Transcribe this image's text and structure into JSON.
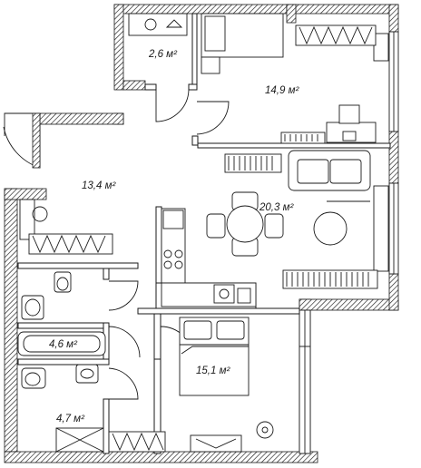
{
  "plan": {
    "rooms": [
      {
        "id": "wardrobe",
        "area": "2,6 м²"
      },
      {
        "id": "bedroom-1",
        "area": "14,9 м²"
      },
      {
        "id": "hall",
        "area": "13,4 м²"
      },
      {
        "id": "living-kitchen",
        "area": "20,3 м²"
      },
      {
        "id": "bathroom-1",
        "area": "4,6 м²"
      },
      {
        "id": "bedroom-2",
        "area": "15,1 м²"
      },
      {
        "id": "bathroom-2",
        "area": "4,7 м²"
      }
    ]
  },
  "colors": {
    "wall": "#2b2b2b",
    "line": "#1a1a1a",
    "background": "#ffffff"
  }
}
